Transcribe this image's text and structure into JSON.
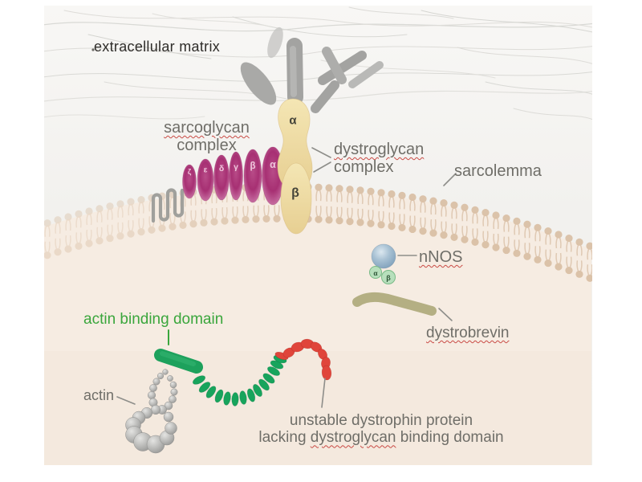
{
  "labels": {
    "extracellular_matrix": "extracellular matrix",
    "sarcoglycan_complex": {
      "line1": "sarcoglycan",
      "line2": "complex"
    },
    "dystroglycan_complex": {
      "line1": "dystroglycan",
      "line2": "complex"
    },
    "sarcolemma": "sarcolemma",
    "nnos": "nNOS",
    "dystrobrevin": "dystrobrevin",
    "actin_binding_domain": "actin binding domain",
    "actin": "actin",
    "unstable_caption": {
      "line1": "unstable dystrophin protein",
      "line2_pre": "lacking ",
      "line2_highlight": "dystroglycan",
      "line2_post": " binding domain"
    }
  },
  "subunits": {
    "sarcoglycans": [
      "ζ",
      "ε",
      "δ",
      "γ",
      "β",
      "α"
    ],
    "dystroglycan": {
      "alpha": "α",
      "beta": "β"
    },
    "syntrophins": {
      "alpha": "α",
      "beta": "β"
    }
  },
  "colors": {
    "label_gray": "#6f6e68",
    "ecm_text": "#2f2d2a",
    "green_accent": "#3aa63c",
    "squiggle_red": "#c94a44",
    "sarcoglycan_magenta": "#aa3076",
    "dystroglycan_yellow": "#eedaa2",
    "dystrophin_green": "#17a45c",
    "mutant_red": "#e0453b",
    "nnos_blue": "#8fafc8",
    "dystrobrevin_olive": "#b4af83",
    "actin_gray": "#b2b2b0",
    "membrane_tan": "#d7bb9f",
    "membrane_tail": "#dcc3ab"
  }
}
